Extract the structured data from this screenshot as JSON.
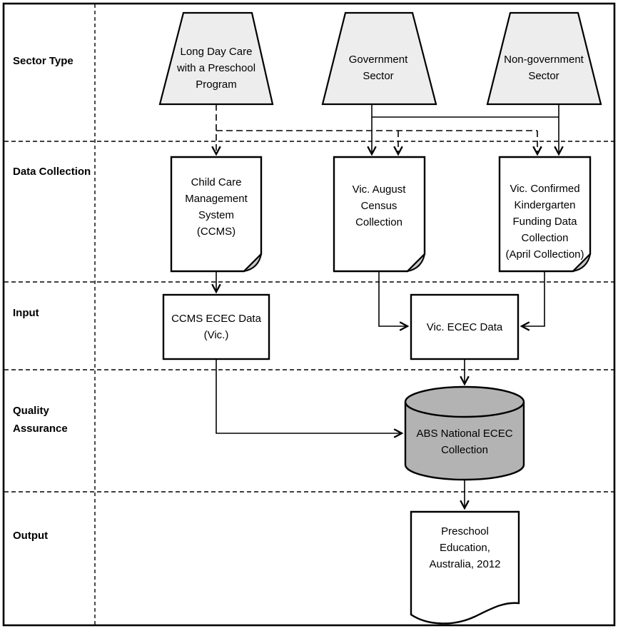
{
  "figure": {
    "type": "flow-diagram",
    "rows": {
      "sector_type": "Sector Type",
      "data_collection": "Data Collection",
      "input": "Input",
      "quality_assurance": "Quality\nAssurance",
      "output": "Output"
    },
    "nodes": {
      "long_day_care": "Long Day Care\nwith a Preschool\nProgram",
      "government": "Government\nSector",
      "non_government": "Non-government\nSector",
      "ccms": "Child Care\nManagement\nSystem\n(CCMS)",
      "august_census": "Vic. August\nCensus\nCollection",
      "kindergarten": "Vic. Confirmed\nKindergarten\nFunding Data\nCollection\n(April Collection)",
      "ccms_ecec": "CCMS ECEC Data\n(Vic.)",
      "vic_ecec": "Vic. ECEC Data",
      "abs_collection": "ABS National ECEC\nCollection",
      "publication": "Preschool\nEducation,\nAustralia, 2012"
    }
  },
  "colors": {
    "trapezoid_fill": "#ededed",
    "document_fill": "#ffffff",
    "fold_fill": "#c9c9c9",
    "cylinder_fill": "#b3b3b3",
    "line": "#000000"
  }
}
